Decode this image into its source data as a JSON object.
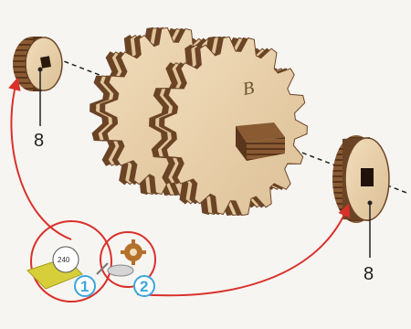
{
  "diagram": {
    "callouts": {
      "left_spacer_part": "8",
      "right_spacer_part": "8"
    },
    "gear_marking": "B",
    "steps": [
      {
        "number": "1",
        "tool": "sandpaper-icon",
        "detail": "240"
      },
      {
        "number": "2",
        "tool": "lubricant-icon"
      }
    ],
    "colors": {
      "wood_light": "#e8cfa8",
      "wood_edge": "#6b4426",
      "arrow": "#d9302a",
      "step_ring": "#3aa6df"
    }
  }
}
